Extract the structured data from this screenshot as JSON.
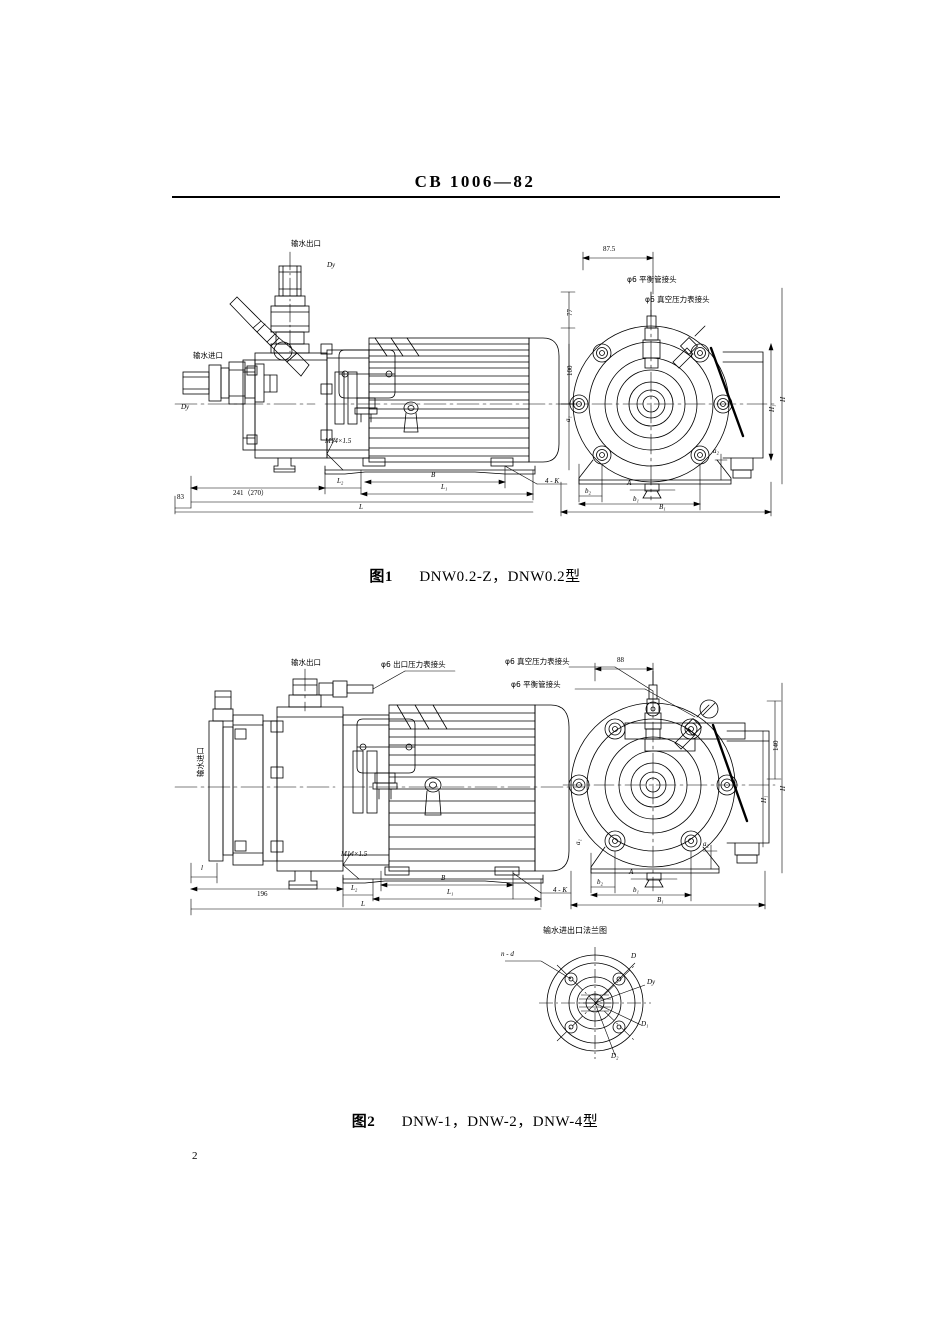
{
  "document": {
    "standard_code": "CB 1006—82",
    "page_number": "2"
  },
  "figure1": {
    "caption_number": "图1",
    "caption_text": "DNW0.2-Z，DNW0.2型",
    "labels": {
      "water_outlet": "输水出口",
      "water_inlet": "输水进口",
      "dy": "Dy",
      "balance_pipe_joint": "φ6 平衡管接头",
      "vacuum_gauge_joint": "φ6 真空压力表接头",
      "thread": "M14×1.5"
    },
    "dimensions": {
      "top_right": "87.5",
      "vert_77": "77",
      "vert_100": "100",
      "base_len": "241（270）",
      "left_83": "83",
      "L": "L",
      "L1": "L₁",
      "L2": "L₂",
      "B": "B",
      "B1": "B₁",
      "b1": "b₁",
      "b2": "b₂",
      "a1": "a₁",
      "a2": "a₂",
      "A": "A",
      "H": "H",
      "H1": "H₁",
      "holes": "4 - K"
    }
  },
  "figure2": {
    "caption_number": "图2",
    "caption_text": "DNW-1，DNW-2，DNW-4型",
    "labels": {
      "water_outlet": "输水出口",
      "water_inlet": "输水进口",
      "outlet_gauge_joint": "φ6 出口压力表接头",
      "vacuum_gauge_joint": "φ6 真空压力表接头",
      "balance_pipe_joint": "φ6 平衡管接头",
      "thread": "M14×1.5"
    },
    "dimensions": {
      "top_right": "88",
      "vert_140": "140",
      "base_len": "196",
      "L": "L",
      "L1": "L₁",
      "L2": "L₂",
      "B": "B",
      "B1": "B₁",
      "b1": "b₁",
      "b2": "b₂",
      "a1": "a₁",
      "a2": "a₂",
      "A": "A",
      "H": "H",
      "H1": "H₁",
      "holes": "4 - K",
      "left_l": "l"
    }
  },
  "figure3": {
    "title": "输水进出口法兰图",
    "labels": {
      "holes": "n - d",
      "D": "D",
      "Dy": "Dy",
      "D1": "D₁",
      "D2": "D₂"
    }
  }
}
